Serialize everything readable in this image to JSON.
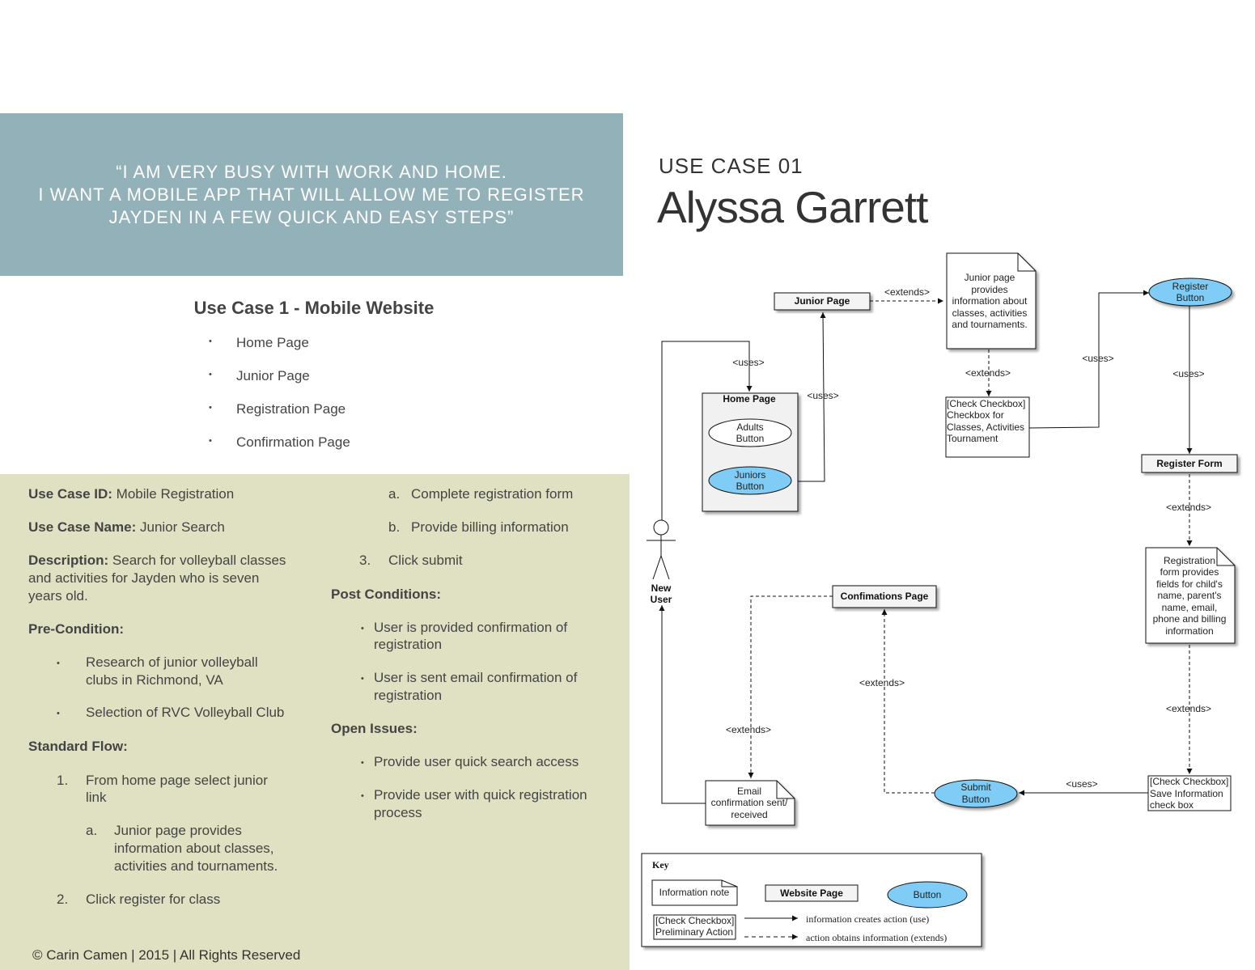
{
  "quote": {
    "line1": "“I AM VERY BUSY WITH WORK AND HOME.",
    "line2": "I WANT A MOBILE APP THAT WILL ALLOW ME TO REGISTER",
    "line3": "JAYDEN IN A FEW QUICK AND EASY STEPS”"
  },
  "use_case_title": "Use Case 1 - Mobile Website",
  "pages": [
    "Home Page",
    "Junior Page",
    "Registration Page",
    "Confirmation Page"
  ],
  "details": {
    "id_label": "Use Case ID:",
    "id_value": "Mobile Registration",
    "name_label": "Use Case Name:",
    "name_value": "Junior Search",
    "desc_label": "Description:",
    "desc_line1": "Search for volleyball classes",
    "desc_line2": "and activities for Jayden who is  seven",
    "desc_line3": "years old.",
    "pre_label": "Pre-Condition:",
    "pre1_line1": "Research of junior volleyball",
    "pre1_line2": "clubs in Richmond, VA",
    "pre2": "Selection of RVC Volleyball Club",
    "flow_label": "Standard Flow:",
    "f1_num": "1.",
    "f1_line1": "From home page select junior",
    "f1_line2": "link",
    "f1a_num": "a.",
    "f1a_line1": "Junior page provides",
    "f1a_line2": "information about classes,",
    "f1a_line3": "activities and tournaments.",
    "f2_num": "2.",
    "f2": "Click register for class",
    "f2a_num": "a.",
    "f2a": "Complete registration form",
    "f2b_num": "b.",
    "f2b": "Provide billing information",
    "f3_num": "3.",
    "f3": "Click submit",
    "post_label": "Post Conditions:",
    "post1_line1": "User is provided confirmation of",
    "post1_line2": "registration",
    "post2_line1": "User is sent email confirmation of",
    "post2_line2": "registration",
    "open_label": "Open Issues:",
    "open1": "Provide user quick search access",
    "open2_line1": "Provide user with quick registration",
    "open2_line2": "process"
  },
  "footer": "© Carin Camen | 2015 | All Rights Reserved",
  "header": {
    "label": "USE CASE 01",
    "name": "Alyssa Garrett"
  },
  "diagram": {
    "junior_page": "Junior Page",
    "extends": "<extends>",
    "uses": "<uses>",
    "junior_note": [
      "Junior page",
      "provides",
      "information about",
      "classes, activities",
      "and tournaments."
    ],
    "register_button": [
      "Register",
      "Button"
    ],
    "home_page": "Home Page",
    "adults_button": [
      "Adults",
      "Button"
    ],
    "juniors_button": [
      "Juniors",
      "Button"
    ],
    "check_junior": [
      "[Check Checkbox]",
      "Checkbox for",
      "Classes, Activities",
      "Tournament"
    ],
    "register_form": "Register Form",
    "registration_note": [
      "Registration",
      "form provides",
      "fields for child's",
      "name, parent's",
      "name, email,",
      "phone and billing",
      "information"
    ],
    "new_user": [
      "New",
      "User"
    ],
    "confirmations_page": "Confimations Page",
    "email_note": [
      "Email",
      "confirmation sent/",
      "received"
    ],
    "submit_button": [
      "Submit",
      "Button"
    ],
    "check_save": [
      "[Check Checkbox]",
      "Save Information",
      "check box"
    ],
    "key": {
      "title": "Key",
      "note": "Information note",
      "page": "Website Page",
      "button": "Button",
      "action": [
        "[Check Checkbox]",
        "Preliminary Action"
      ],
      "uses_desc": "information creates action (use)",
      "extends_desc": "action obtains information (extends)"
    }
  },
  "colors": {
    "quote_bg": "#93b1b9",
    "green_bg": "#e0e1c2",
    "button_fill": "#7fcdf6"
  }
}
